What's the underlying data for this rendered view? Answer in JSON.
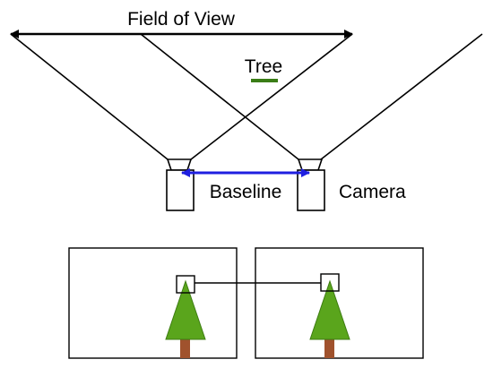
{
  "labels": {
    "field_of_view": "Field of View",
    "tree": "Tree",
    "baseline": "Baseline",
    "camera": "Camera"
  },
  "colors": {
    "line": "#000000",
    "baseline_arrow": "#1f1fe0",
    "tree_marker": "#3a7d16",
    "foliage": "#5aa51c",
    "foliage_stroke": "#3d7c12",
    "trunk": "#a0522d",
    "background": "#ffffff"
  }
}
